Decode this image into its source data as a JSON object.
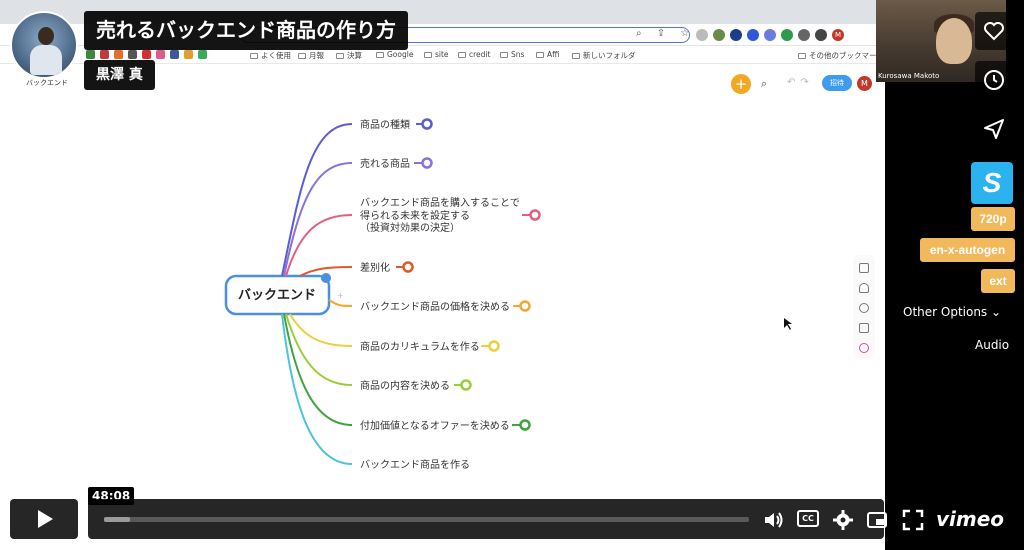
{
  "video": {
    "title": "売れるバックエンド商品の作り方",
    "author": "黒澤 真",
    "current_time": "48:08",
    "progress_fraction": 0.04
  },
  "browser": {
    "bookmarks": [
      "よく使用",
      "月報",
      "決算",
      "Google",
      "site",
      "credit",
      "Sns",
      "Affi",
      "新しいフォルダ",
      "その他のブックマーク"
    ],
    "user_initial": "M"
  },
  "app": {
    "doc_tab": "バックエンド",
    "invite_label": "招待",
    "user_initial": "M"
  },
  "mindmap": {
    "root": "バックエンド",
    "branches": [
      {
        "label": "商品の種類",
        "color": "#5b5bd6"
      },
      {
        "label": "売れる商品",
        "color": "#8a73d9"
      },
      {
        "label": "バックエンド商品を購入することで",
        "label2": "得られる未来を設定する",
        "label3": "（投資対効果の決定）",
        "color": "#e0607e"
      },
      {
        "label": "差別化",
        "color": "#e0592a"
      },
      {
        "label": "バックエンド商品の価格を決める",
        "color": "#f0a830"
      },
      {
        "label": "商品のカリキュラムを作る",
        "color": "#ebd13c"
      },
      {
        "label": "商品の内容を決める",
        "color": "#9ccc3a"
      },
      {
        "label": "付加価値となるオファーを決める",
        "color": "#3fa33f"
      },
      {
        "label": "バックエンド商品を作る",
        "color": "#4fc4d8"
      }
    ]
  },
  "webcam": {
    "label": "Kurosawa Makoto"
  },
  "side_panel": {
    "s_label": "S",
    "chips": [
      "720p",
      "en-x-autogen",
      "ext"
    ],
    "other_options": "Other Options",
    "audio": "Audio"
  },
  "controls": {
    "cc_label": "CC",
    "logo": "vimeo"
  },
  "colors": {
    "accent_chip": "#f2b85c",
    "s_button": "#2bb3f0",
    "invite": "#3e9bf0",
    "plus": "#f5a623"
  }
}
